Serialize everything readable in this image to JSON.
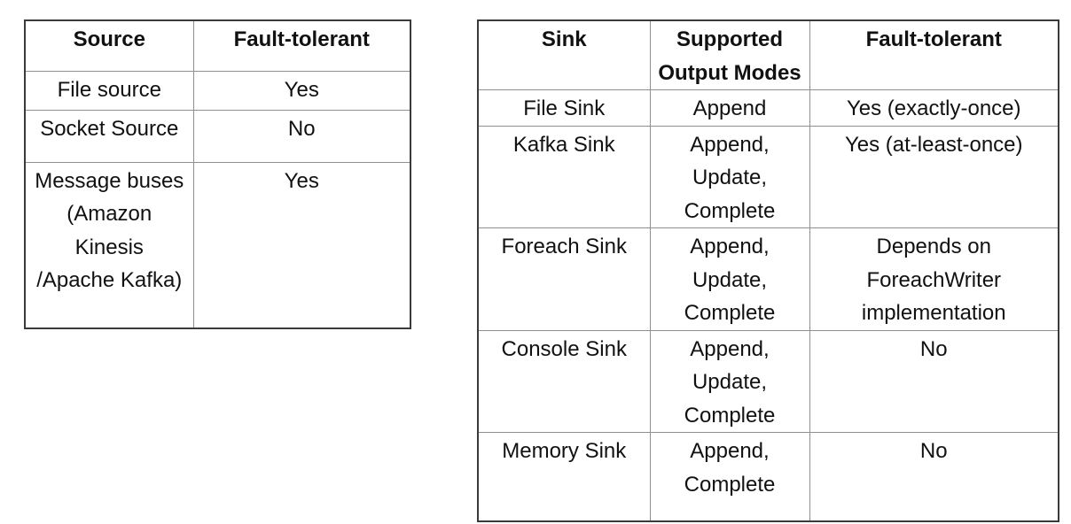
{
  "page": {
    "background": "#ffffff",
    "text_color": "#111111",
    "outer_border_color": "#3a3a3a",
    "inner_border_color": "#8f8f8f"
  },
  "source_table": {
    "headers": {
      "source": "Source",
      "fault_tolerant": "Fault-tolerant"
    },
    "rows": [
      {
        "source": "File source",
        "fault_tolerant": "Yes"
      },
      {
        "source": "Socket Source",
        "fault_tolerant": "No"
      },
      {
        "source": "Message buses\n(Amazon\nKinesis\n/Apache Kafka)",
        "fault_tolerant": "Yes"
      }
    ]
  },
  "sink_table": {
    "headers": {
      "sink": "Sink",
      "modes": "Supported\nOutput Modes",
      "fault_tolerant": "Fault-tolerant"
    },
    "rows": [
      {
        "sink": "File Sink",
        "modes": "Append",
        "fault_tolerant": "Yes (exactly-once)"
      },
      {
        "sink": "Kafka Sink",
        "modes": "Append,\nUpdate,\nComplete",
        "fault_tolerant": "Yes (at-least-once)"
      },
      {
        "sink": "Foreach Sink",
        "modes": "Append,\nUpdate,\nComplete",
        "fault_tolerant": "Depends on\nForeachWriter\nimplementation"
      },
      {
        "sink": "Console Sink",
        "modes": "Append,\nUpdate,\nComplete",
        "fault_tolerant": "No"
      },
      {
        "sink": "Memory Sink",
        "modes": "Append,\nComplete",
        "fault_tolerant": "No"
      }
    ]
  }
}
